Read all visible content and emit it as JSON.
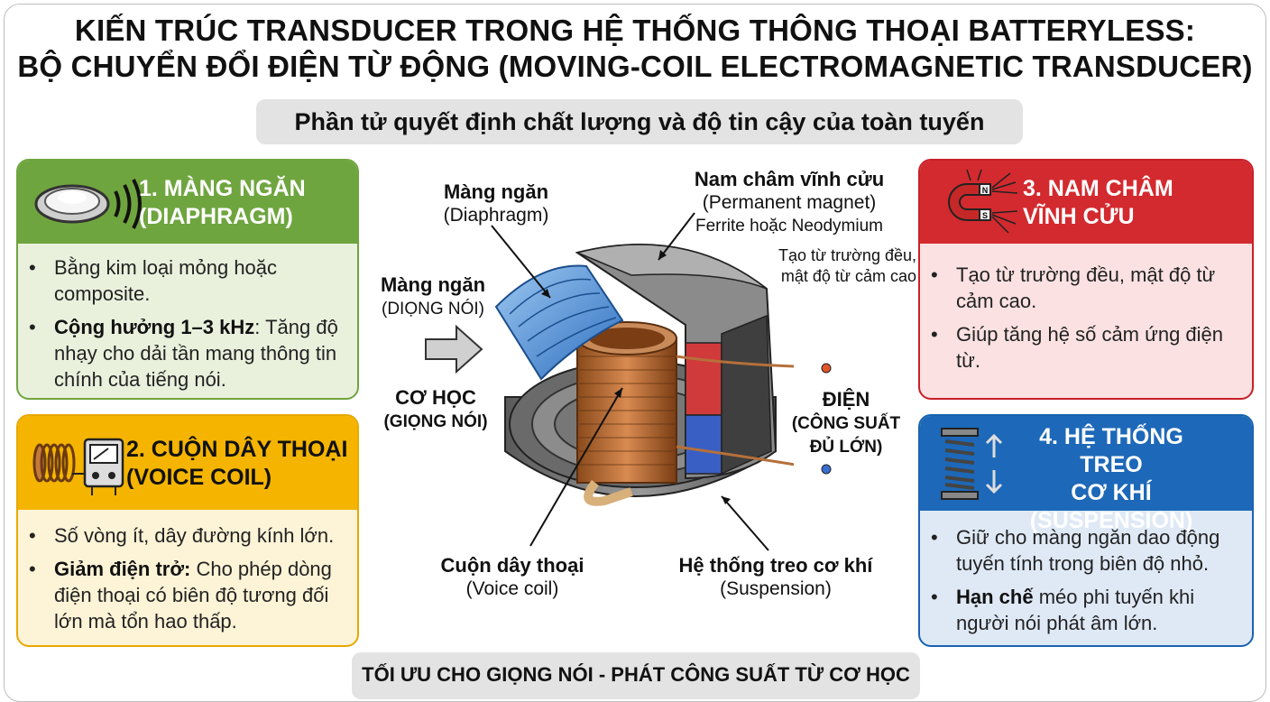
{
  "header": {
    "title_line1": "KIẾN TRÚC TRANSDUCER TRONG HỆ THỐNG THÔNG THOẠI BATTERYLESS:",
    "title_line2": "BỘ CHUYỂN ĐỔI ĐIỆN TỪ ĐỘNG (MOVING-COIL ELECTROMAGNETIC TRANSDUCER)",
    "subtitle": "Phần tử quyết định chất lượng và độ tin cậy của toàn tuyến"
  },
  "cards": [
    {
      "title_line1": "1. MÀNG NGĂN",
      "title_line2": "(DIAPHRAGM)",
      "icon": "speaker-icon",
      "color": "#6fa53f",
      "bullets": [
        {
          "bold": "",
          "text": "Bằng kim loại mỏng hoặc composite."
        },
        {
          "bold": "Cộng hưởng 1–3 kHz",
          "text": ": Tăng độ nhạy cho dải tần mang thông tin chính của tiếng nói."
        }
      ]
    },
    {
      "title_line1": "2. CUỘN DÂY THOẠI",
      "title_line2": "(VOICE COIL)",
      "icon": "coil-meter-icon",
      "color": "#f4b400",
      "bullets": [
        {
          "bold": "",
          "text": "Số vòng ít, dây đường kính lớn."
        },
        {
          "bold": "Giảm điện trở:",
          "text": " Cho phép dòng điện thoại có biên độ tương đối lớn mà tổn hao thấp."
        }
      ]
    },
    {
      "title_line1": "3. NAM CHÂM",
      "title_line2": "VĨNH CỬU",
      "icon": "horseshoe-magnet-icon",
      "icon_letters": [
        "N",
        "S"
      ],
      "color": "#d32a2f",
      "bullets": [
        {
          "bold": "",
          "text": "Tạo từ trường đều, mật độ từ cảm cao."
        },
        {
          "bold": "",
          "text": "Giúp tăng hệ số cảm ứng điện từ."
        }
      ]
    },
    {
      "title_line1": "4. HỆ THỐNG TREO",
      "title_line2": "CƠ KHÍ",
      "title_line3": "(SUSPENSION)",
      "icon": "spring-icon",
      "color": "#1d68b8",
      "bullets": [
        {
          "bold": "",
          "text": "Giữ cho màng ngăn dao động tuyến tính trong biên độ nhỏ."
        },
        {
          "bold": "Hạn chế",
          "text": " méo phi tuyến khi người nói phát âm lớn."
        }
      ]
    }
  ],
  "diagram": {
    "diaphragm_label": "Màng ngăn",
    "diaphragm_sub": "(Diaphragm)",
    "diaphragm2_label": "Màng ngăn",
    "diaphragm2_sub": "(DIỌNG NÓI)",
    "mech_label": "CƠ HỌC",
    "mech_sub": "(GIỌNG NÓI)",
    "magnet_label": "Nam châm vĩnh cửu",
    "magnet_sub": "(Permanent magnet)",
    "magnet_material": "Ferrite hoặc Neodymium",
    "magnet_note1": "Tạo từ trường đều,",
    "magnet_note2": "mật độ từ cảm cao",
    "elec_label": "ĐIỆN",
    "elec_sub1": "(CÔNG SUẤT",
    "elec_sub2": "ĐỦ LỚN)",
    "coil_label": "Cuộn dây thoại",
    "coil_sub": "(Voice coil)",
    "susp_label": "Hệ thống treo cơ khí",
    "susp_sub": "(Suspension)"
  },
  "footer": {
    "text": "TỐI ƯU CHO GIỌNG NÓI - PHÁT CÔNG SUẤT TỪ CƠ HỌC"
  }
}
